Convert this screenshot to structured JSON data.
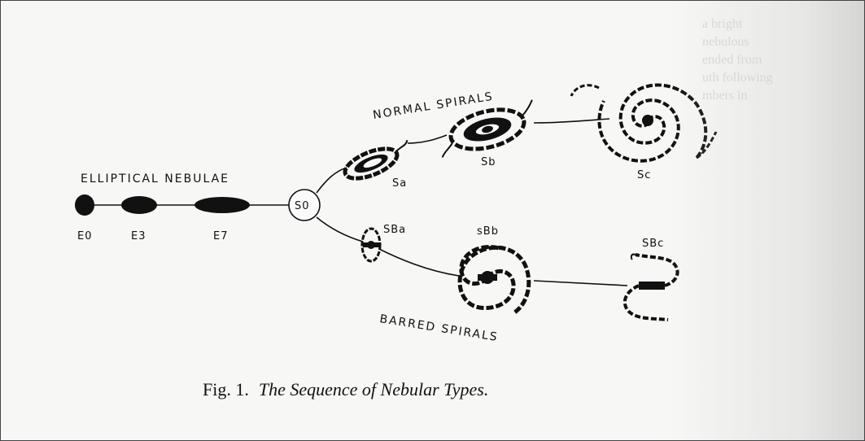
{
  "diagram": {
    "elliptical_heading": "ELLIPTICAL NEBULAE",
    "normal_heading": "NORMAL SPIRALS",
    "barred_heading": "BARRED SPIRALS",
    "nodes": {
      "e0": "E0",
      "e3": "E3",
      "e7": "E7",
      "s0": "S0",
      "sa": "Sa",
      "sb": "Sb",
      "sc": "Sc",
      "sba": "SBa",
      "sbb": "sBb",
      "sbc": "SBc"
    },
    "caption_prefix": "Fig. 1.",
    "caption_title": "The Sequence of Nebular Types."
  }
}
